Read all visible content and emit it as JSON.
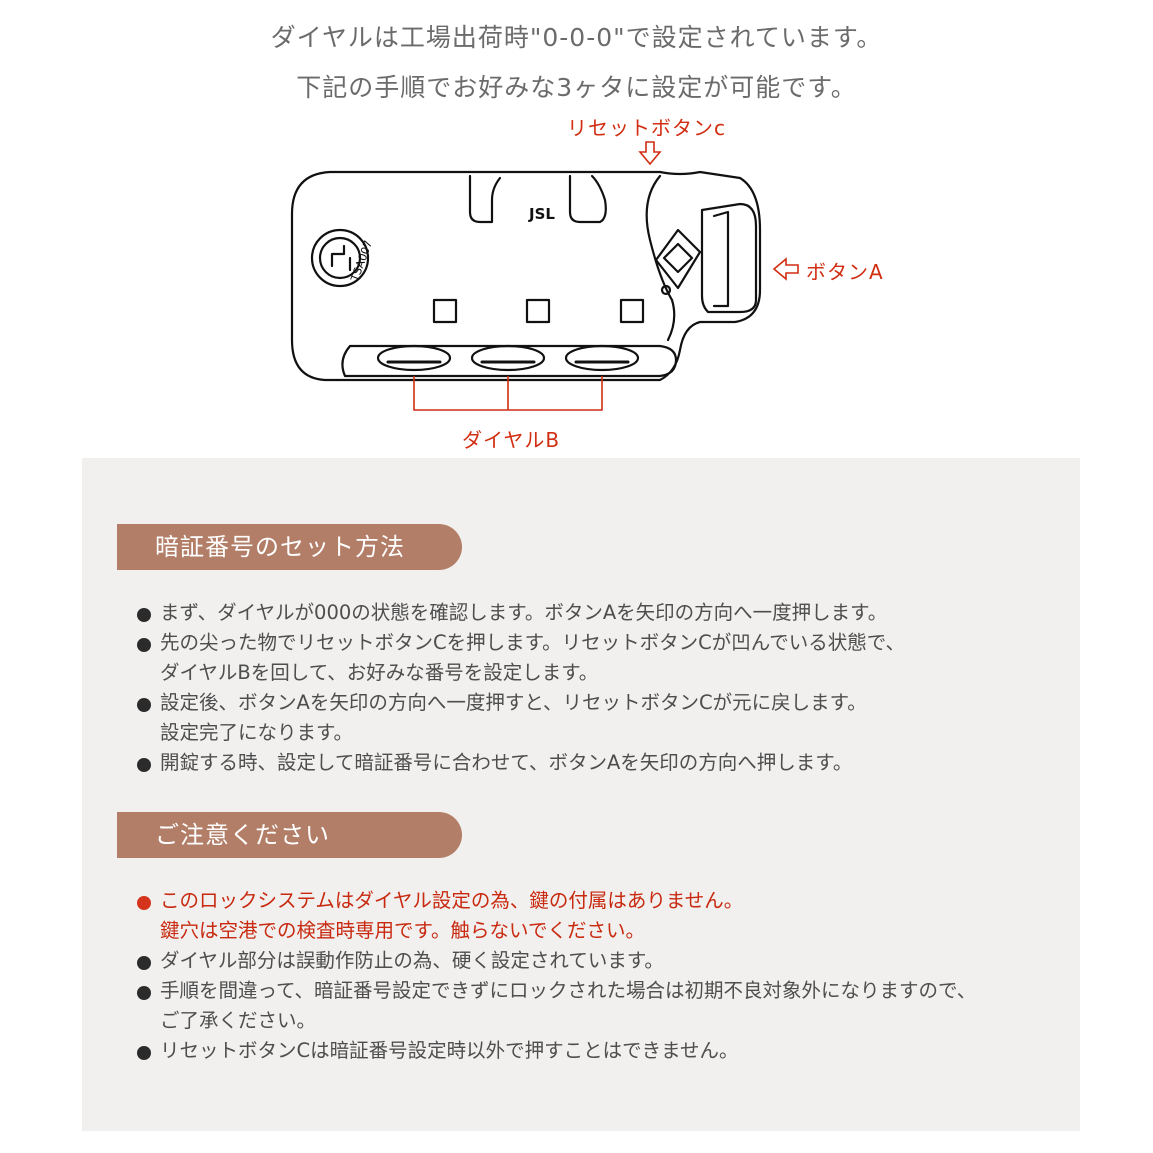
{
  "intro": {
    "line1": "ダイヤルは工場出荷時\"0-0-0\"で設定されています。",
    "line2": "下記の手順でお好みな3ヶタに設定が可能です。"
  },
  "diagram": {
    "reset_button_label": "リセットボタンc",
    "button_a_label": "ボタンA",
    "dial_b_label": "ダイヤルB",
    "brand": "JSL",
    "tsa_code": "TSA007",
    "callout_color": "#d12e12"
  },
  "setup": {
    "heading": "暗証番号のセット方法",
    "items": [
      {
        "lines": [
          "まず、ダイヤルが000の状態を確認します。ボタンAを矢印の方向へ一度押します。"
        ]
      },
      {
        "lines": [
          "先の尖った物でリセットボタンCを押します。リセットボタンCが凹んでいる状態で、",
          "ダイヤルBを回して、お好みな番号を設定します。"
        ]
      },
      {
        "lines": [
          "設定後、ボタンAを矢印の方向へ一度押すと、リセットボタンCが元に戻します。",
          "設定完了になります。"
        ]
      },
      {
        "lines": [
          "開錠する時、設定して暗証番号に合わせて、ボタンAを矢印の方向へ押します。"
        ]
      }
    ]
  },
  "caution": {
    "heading": "ご注意ください",
    "items": [
      {
        "lines": [
          "このロックシステムはダイヤル設定の為、鍵の付属はありません。",
          "鍵穴は空港での検査時専用です。触らないでください。"
        ],
        "highlight": true
      },
      {
        "lines": [
          "ダイヤル部分は誤動作防止の為、硬く設定されています。"
        ]
      },
      {
        "lines": [
          " 手順を間違って、暗証番号設定できずにロックされた場合は初期不良対象外になりますので、",
          "ご了承ください。"
        ]
      },
      {
        "lines": [
          "リセットボタンCは暗証番号設定時以外で押すことはできません。"
        ]
      }
    ]
  },
  "colors": {
    "heading_bg": "#b37e67",
    "panel_bg": "#f1f0ef",
    "highlight_text": "#c8290f"
  }
}
